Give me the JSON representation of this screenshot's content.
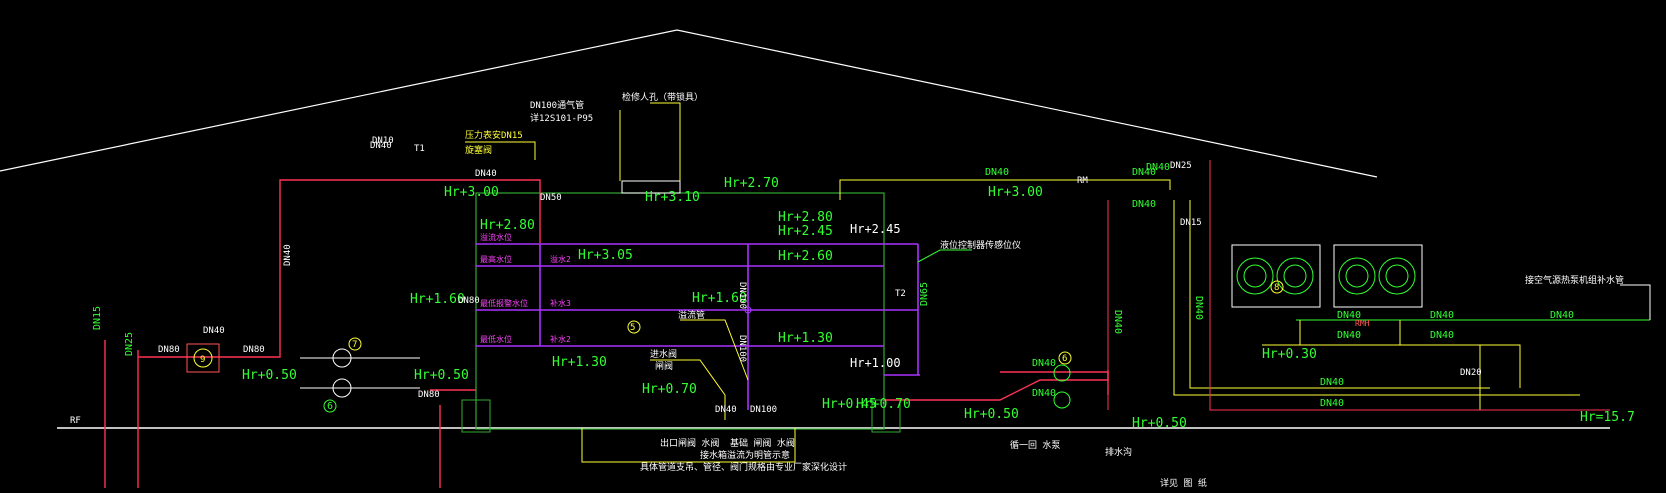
{
  "colors": {
    "background": "#000000",
    "elevation": "#33ff33",
    "hot_pipe": "#ff3355",
    "overflow": "#aa33ff",
    "supply": "#ffff33",
    "outline": "#ffffff",
    "tank": "#33aa33",
    "cold_pipe": "#ff44ff"
  },
  "roof": {
    "label": "RF"
  },
  "top": {
    "vent_pipe_dn": "DN100通气管",
    "vent_pipe_ref": "详12S101-P95",
    "manhole": "检修人孔（带锁具）",
    "valve_dn": "DN10",
    "t1": "T1",
    "pressure_label": "压力表安DN15",
    "pressure_valve": "旋塞阀",
    "dn40_a": "DN40",
    "dn50_a": "DN50"
  },
  "elevations": {
    "hr_300_left": "Hr+3.00",
    "hr_280_left": "Hr+2.80",
    "hr_310_top": "Hr+3.10",
    "hr_270_top": "Hr+2.70",
    "hr_280_right": "Hr+2.80",
    "hr_245_right": "Hr+2.45",
    "hr_245_tank": "Hr+2.45",
    "hr_305_inner": "Hr+3.05",
    "hr_260": "Hr+2.60",
    "hr_160": "Hr+1.60",
    "hr_160_left": "Hr+1.60",
    "hr_130_inner": "Hr+1.30",
    "hr_130_right": "Hr+1.30",
    "hr_100": "Hr+1.00",
    "hr_050_pump_a": "Hr+0.50",
    "hr_050_pump_b": "Hr+0.50",
    "hr_070_inner": "Hr+0.70",
    "hr_045": "Hr+0.45",
    "hr_070_b": "Hr+0.70",
    "hr_300_right": "Hr+3.00",
    "hr_030_unit": "Hr+0.30",
    "hr_050_pump_c": "Hr+0.50",
    "hr_050_right": "Hr+0.50",
    "hr_157": "Hr=15.7"
  },
  "tank": {
    "number": "5",
    "level_top": "溢流水位",
    "level_inlet": "最高水位",
    "level_mid": "最低报警水位",
    "level_low": "最低水位",
    "level_b1": "溢水2",
    "level_b2": "补水3",
    "level_b3": "补水2",
    "overflow_label": "溢流管",
    "inlet_label": "进水阀",
    "inlet_valve": "闸阀",
    "level_gauge": "液位控制器传感位仪",
    "dn100_v": "DN100",
    "dn100_h": "DN100",
    "dn100_b": "DN100",
    "t2": "T2",
    "dn65": "DN65",
    "dn40_b": "DN40"
  },
  "left": {
    "dn80_a": "DN80",
    "dn80_b": "DN80",
    "dn80_c": "DN80",
    "dn40": "DN40",
    "dn15": "DN15",
    "dn25": "DN25",
    "dn40_left": "DN40",
    "dn40_pipe": "DN40",
    "dn80_pump": "DN80",
    "pump_num_a": "7",
    "pump_num_b": "6",
    "heat_pump_num": "9"
  },
  "bottom": {
    "outlet_a": "出口闸阀 水阀",
    "outlet_b": "基础 闸阀 水阀",
    "note1": "接水箱溢流为明管示意",
    "note2": "具体管道支吊、管径、阀门规格由专业厂家深化设计",
    "drain": "排水沟",
    "pump_note": "循一回 水泵",
    "bottom_tail": "详见 图 纸"
  },
  "right": {
    "dn40_a": "DN40",
    "dn40_b": "DN40",
    "dn40_c": "DN40",
    "dn40_d": "DN40",
    "dn40_e": "DN40",
    "dn40_f": "DN40",
    "dn40_g": "DN40",
    "dn40_h": "DN40",
    "dn40_i": "DN40",
    "dn40_j": "DN40",
    "dn40_k": "DN40",
    "dn40_l": "DN40",
    "dn40_m": "DN40",
    "dn40_n": "DN40",
    "dn40_v1": "DN40",
    "dn40_v2": "DN40",
    "dn40_v3": "DN40",
    "dn15_r": "DN15",
    "dn20_r": "DN20",
    "dn25_r": "DN25",
    "unit_num": "8",
    "pump_group_num": "6",
    "rm": "RM",
    "rmh": "RMH",
    "note": "接空气源热泵机组补水管"
  }
}
